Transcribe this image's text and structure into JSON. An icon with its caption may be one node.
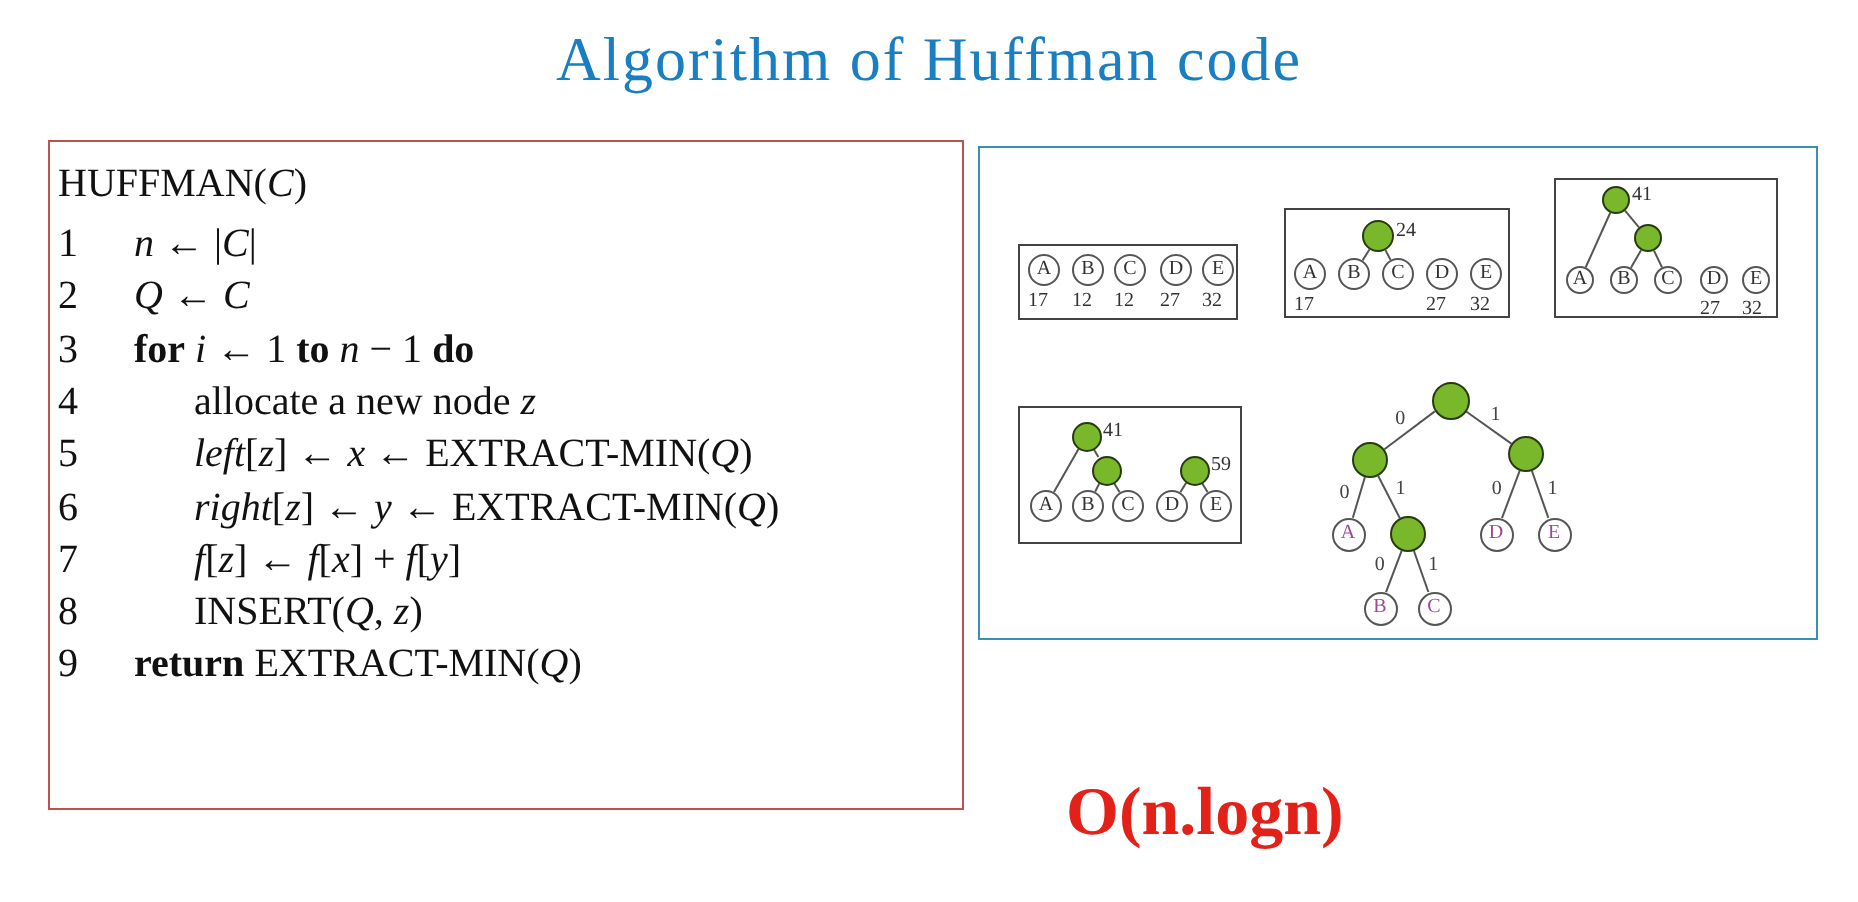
{
  "diagram": {
    "title": "Algorithm of Huffman code",
    "nodes": [
      {
        "text": [
          "HUFFMAN(*C*)",
          "1",
          "*n* ← |*C*|",
          "2",
          "*Q* ← *C*",
          "3",
          "**for** *i* ← 1 **to** *n* − 1  **do**",
          "4",
          "allocate a new node *z*",
          "5",
          "*left*[*z*] ← *x* ← EXTRACT-MIN(*Q*)",
          "6",
          "*right*[*z*] ← *y* ← EXTRACT-MIN(*Q*)",
          "7",
          "*f*[*z*] ← *f*[*x*] + *f*[*y*]",
          "8",
          "INSERT(*Q*, *z*)",
          "9",
          "**return** EXTRACT-MIN(*Q*)"
        ]
      },
      {
        "text": [],
        "shape": "box"
      },
      {
        "text": [],
        "shape": "box",
        "in": 1
      },
      {
        "text": [
          "A"
        ],
        "in": 2,
        "beside": [
          "17"
        ]
      },
      {
        "text": [
          "B"
        ],
        "in": 2,
        "beside": [
          "12"
        ]
      },
      {
        "text": [
          "C"
        ],
        "in": 2,
        "beside": [
          "12"
        ]
      },
      {
        "text": [
          "D"
        ],
        "in": 2,
        "beside": [
          "27"
        ]
      },
      {
        "text": [
          "E"
        ],
        "in": 2,
        "beside": [
          "32"
        ]
      },
      {
        "text": [],
        "shape": "box",
        "in": 1
      },
      {
        "text": [],
        "shape": "circle",
        "in": 8,
        "beside": [
          "24"
        ]
      },
      {
        "text": [
          "A"
        ],
        "in": 8,
        "beside": [
          "17"
        ]
      },
      {
        "text": [
          "B"
        ],
        "in": 8
      },
      {
        "text": [
          "C"
        ],
        "in": 8
      },
      {
        "text": [
          "D"
        ],
        "in": 8,
        "beside": [
          "27"
        ]
      },
      {
        "text": [
          "E"
        ],
        "in": 8,
        "beside": [
          "32"
        ]
      },
      {
        "text": [],
        "shape": "box",
        "in": 1
      },
      {
        "text": [],
        "shape": "circle",
        "in": 15,
        "beside": [
          "41"
        ]
      },
      {
        "text": [],
        "shape": "circle",
        "in": 15
      },
      {
        "text": [
          "A"
        ],
        "in": 15
      },
      {
        "text": [
          "B"
        ],
        "in": 15
      },
      {
        "text": [
          "C"
        ],
        "in": 15
      },
      {
        "text": [
          "D"
        ],
        "in": 15,
        "beside": [
          "27"
        ]
      },
      {
        "text": [
          "E"
        ],
        "in": 15,
        "beside": [
          "32"
        ]
      },
      {
        "text": [],
        "shape": "box",
        "in": 1
      },
      {
        "text": [],
        "shape": "circle",
        "in": 23,
        "beside": [
          "41"
        ]
      },
      {
        "text": [],
        "shape": "circle",
        "in": 23
      },
      {
        "text": [
          "A"
        ],
        "in": 23
      },
      {
        "text": [
          "B"
        ],
        "in": 23
      },
      {
        "text": [
          "C"
        ],
        "in": 23
      },
      {
        "text": [],
        "shape": "circle",
        "in": 23,
        "beside": [
          "59"
        ]
      },
      {
        "text": [
          "D"
        ],
        "in": 23
      },
      {
        "text": [
          "E"
        ],
        "in": 23
      },
      {
        "text": [],
        "shape": "circle",
        "in": 1
      },
      {
        "text": [],
        "shape": "circle",
        "in": 1
      },
      {
        "text": [],
        "shape": "circle",
        "in": 1
      },
      {
        "text": [
          "A"
        ],
        "in": 1
      },
      {
        "text": [],
        "shape": "circle",
        "in": 1
      },
      {
        "text": [
          "D"
        ],
        "in": 1
      },
      {
        "text": [
          "E"
        ],
        "in": 1
      },
      {
        "text": [
          "B"
        ],
        "in": 1
      },
      {
        "text": [
          "C"
        ],
        "in": 1
      }
    ],
    "edges": [
      {
        "from": 9,
        "to": 11,
        "arrow": "none"
      },
      {
        "from": 9,
        "to": 12,
        "arrow": "none"
      },
      {
        "from": 16,
        "to": 18,
        "arrow": "none"
      },
      {
        "from": 16,
        "to": 17,
        "arrow": "none"
      },
      {
        "from": 17,
        "to": 19,
        "arrow": "none"
      },
      {
        "from": 17,
        "to": 20,
        "arrow": "none"
      },
      {
        "from": 24,
        "to": 26,
        "arrow": "none"
      },
      {
        "from": 24,
        "to": 25,
        "arrow": "none"
      },
      {
        "from": 25,
        "to": 27,
        "arrow": "none"
      },
      {
        "from": 25,
        "to": 28,
        "arrow": "none"
      },
      {
        "from": 29,
        "to": 30,
        "arrow": "none"
      },
      {
        "from": 29,
        "to": 31,
        "arrow": "none"
      },
      {
        "from": 32,
        "to": 33,
        "arrow": "none",
        "label": "0"
      },
      {
        "from": 32,
        "to": 34,
        "arrow": "none",
        "label": "1"
      },
      {
        "from": 33,
        "to": 35,
        "arrow": "none",
        "label": "0"
      },
      {
        "from": 33,
        "to": 36,
        "arrow": "none",
        "label": "1"
      },
      {
        "from": 34,
        "to": 37,
        "arrow": "none",
        "label": "0"
      },
      {
        "from": 34,
        "to": 38,
        "arrow": "none",
        "label": "1"
      },
      {
        "from": 36,
        "to": 39,
        "arrow": "none",
        "label": "0"
      },
      {
        "from": 36,
        "to": 40,
        "arrow": "none",
        "label": "1"
      }
    ],
    "labels": [
      "O(n.logn)"
    ]
  }
}
